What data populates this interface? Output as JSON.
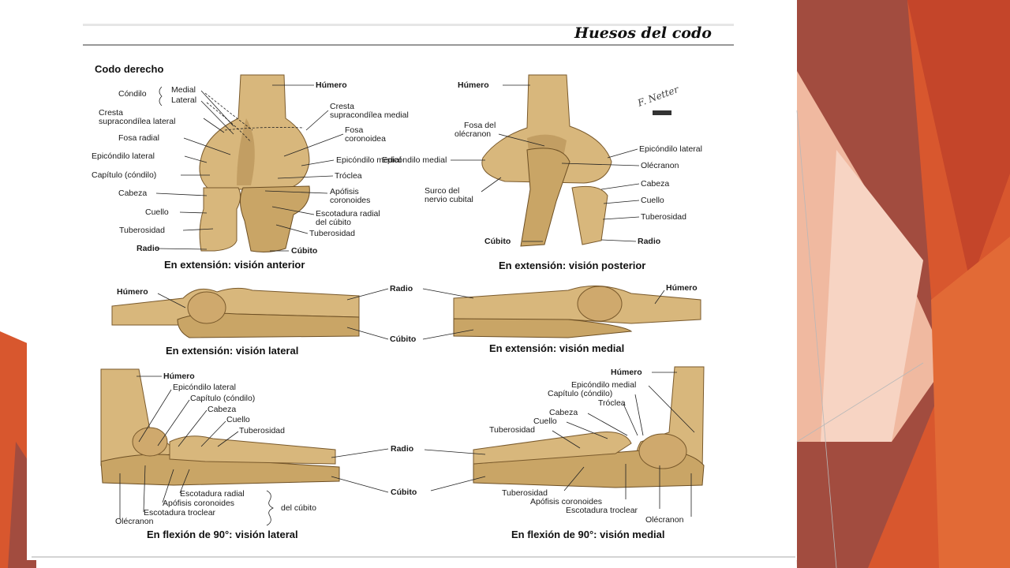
{
  "plate": {
    "title": "Huesos del codo",
    "subtitle": "Codo derecho",
    "signature": "F. Netter",
    "panels": {
      "anterior": {
        "caption": "En extensión: visión anterior",
        "labels": {
          "condilo": "Cóndilo",
          "medial": "Medial",
          "lateral": "Lateral",
          "cresta_lat_1": "Cresta",
          "cresta_lat_2": "supracondílea lateral",
          "fosa_radial": "Fosa radial",
          "epicondilo_lateral": "Epicóndilo lateral",
          "capitulo": "Capítulo (cóndilo)",
          "cabeza": "Cabeza",
          "cuello": "Cuello",
          "tuberosidad_l": "Tuberosidad",
          "radio": "Radio",
          "humero": "Húmero",
          "cresta_med_1": "Cresta",
          "cresta_med_2": "supracondílea medial",
          "fosa_coro_1": "Fosa",
          "fosa_coro_2": "coronoidea",
          "epicondilo_medial": "Epicóndilo medial",
          "troclea": "Tróclea",
          "apofisis_1": "Apófisis",
          "apofisis_2": "coronoides",
          "escotadura_1": "Escotadura radial",
          "escotadura_2": "del cúbito",
          "tuberosidad_r": "Tuberosidad",
          "cubito": "Cúbito"
        }
      },
      "posterior": {
        "caption": "En extensión: visión posterior",
        "labels": {
          "humero": "Húmero",
          "fosa_1": "Fosa del",
          "fosa_2": "olécranon",
          "epicondilo_medial": "Epicóndilo medial",
          "surco_1": "Surco del",
          "surco_2": "nervio cubital",
          "cubito": "Cúbito",
          "epicondilo_lateral": "Epicóndilo lateral",
          "olecranon": "Olécranon",
          "cabeza": "Cabeza",
          "cuello": "Cuello",
          "tuberosidad": "Tuberosidad",
          "radio": "Radio"
        }
      },
      "lateral": {
        "caption": "En extensión: visión lateral",
        "labels": {
          "humero": "Húmero",
          "radio": "Radio",
          "cubito": "Cúbito"
        }
      },
      "medial": {
        "caption": "En extensión: visión medial",
        "labels": {
          "humero": "Húmero"
        }
      },
      "flex_lateral": {
        "caption": "En flexión de 90°: visión lateral",
        "labels": {
          "humero": "Húmero",
          "epicondilo_lateral": "Epicóndilo lateral",
          "capitulo": "Capítulo (cóndilo)",
          "cabeza": "Cabeza",
          "cuello": "Cuello",
          "tuberosidad": "Tuberosidad",
          "radio": "Radio",
          "cubito": "Cúbito",
          "escotadura_radial": "Escotadura radial",
          "apofisis": "Apófisis coronoides",
          "escotadura_troclear": "Escotadura troclear",
          "olecranon": "Olécranon",
          "del_cubito": "del cúbito"
        }
      },
      "flex_medial": {
        "caption": "En flexión de 90°: visión medial",
        "labels": {
          "humero": "Húmero",
          "epicondilo_medial": "Epicóndilo medial",
          "capitulo": "Capítulo (cóndilo)",
          "troclea": "Tróclea",
          "cabeza": "Cabeza",
          "cuello": "Cuello",
          "tuberosidad": "Tuberosidad",
          "tuberosidad_2": "Tuberosidad",
          "apofisis": "Apófisis coronoides",
          "escotadura_troclear": "Escotadura troclear",
          "olecranon": "Olécranon"
        }
      }
    }
  },
  "theme": {
    "accent_1": "#c9502a",
    "accent_2": "#e36a3a",
    "accent_3": "#9c4a3c",
    "accent_4": "#f3c3ad"
  }
}
